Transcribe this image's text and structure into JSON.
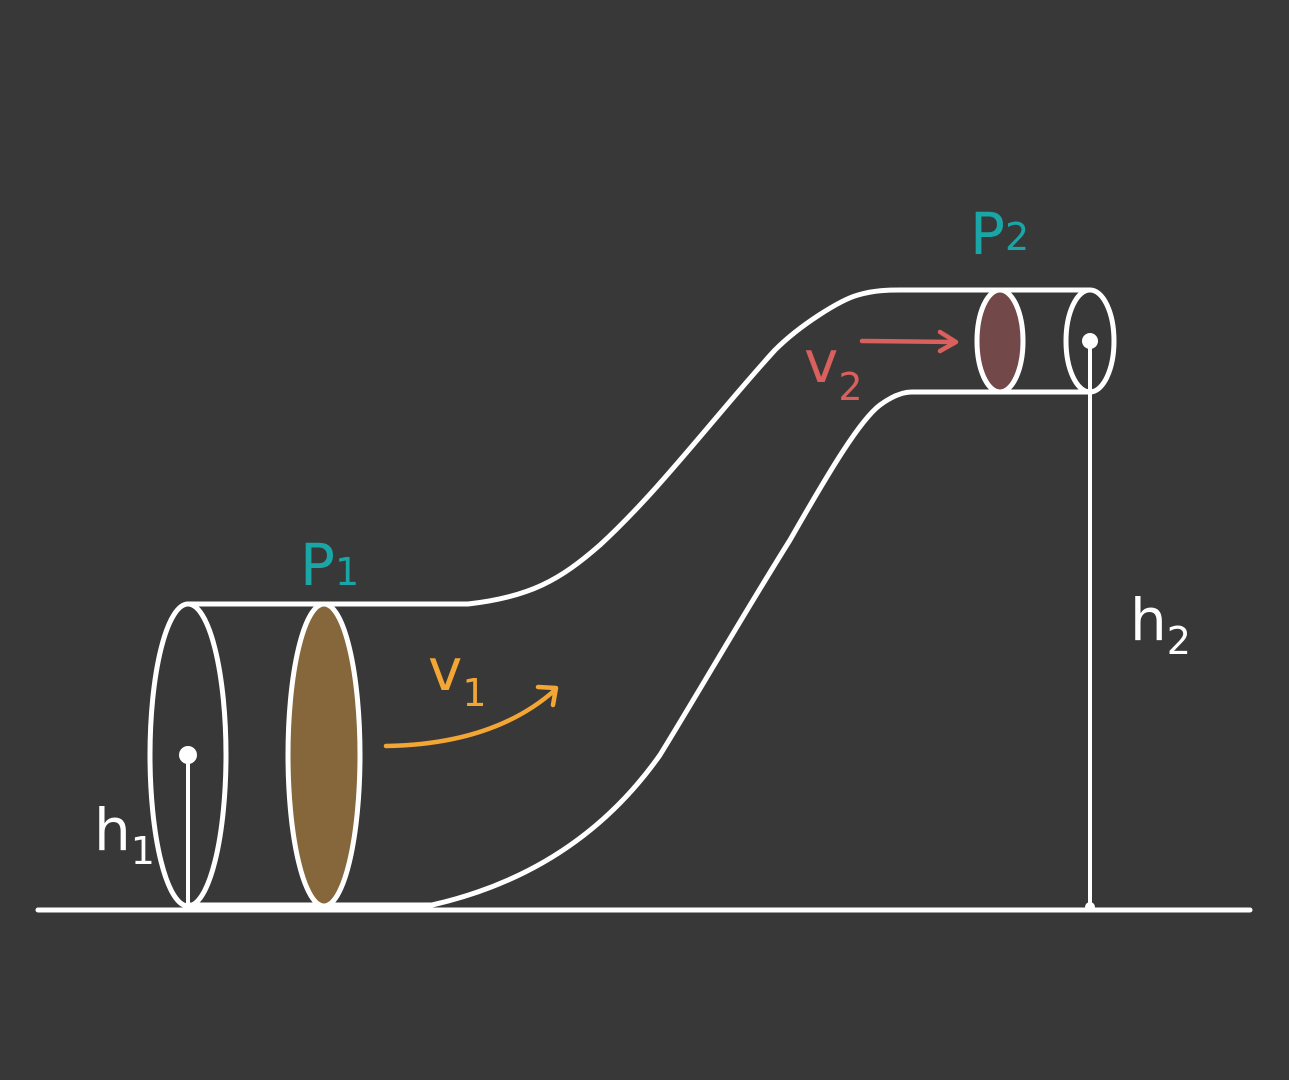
{
  "colors": {
    "background": "#383838",
    "pipe_outline": "#ffffff",
    "pressure_label": "#1aa6a6",
    "inlet_cross_section": "#85673b",
    "outlet_cross_section": "#734848",
    "velocity_inlet": "#f4a634",
    "velocity_outlet": "#d9605c",
    "height_label": "#ffffff"
  },
  "labels": {
    "p1": {
      "main": "P",
      "sub": "1"
    },
    "p2": {
      "main": "P",
      "sub": "2"
    },
    "v1": {
      "main": "v",
      "sub": "1"
    },
    "v2": {
      "main": "v",
      "sub": "2"
    },
    "h1": {
      "main": "h",
      "sub": "1"
    },
    "h2": {
      "main": "h",
      "sub": "2"
    }
  }
}
